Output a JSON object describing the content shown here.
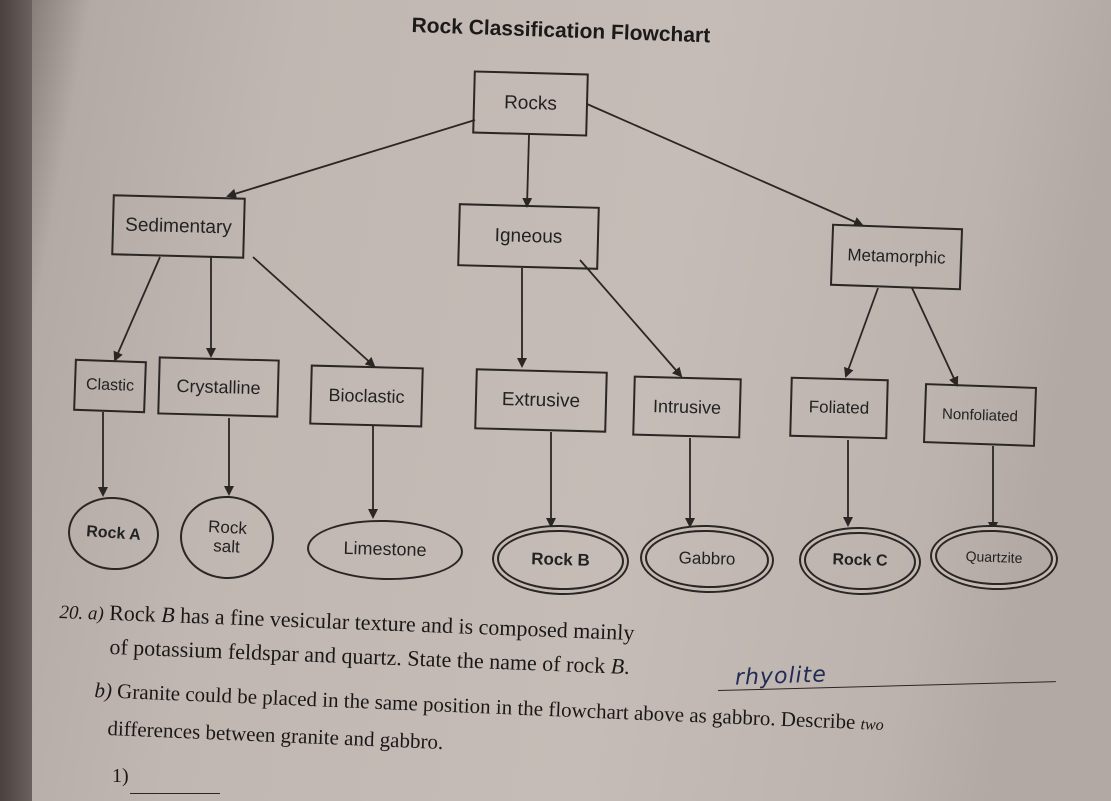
{
  "title": "Rock Classification Flowchart",
  "nodes": {
    "rocks": "Rocks",
    "sedimentary": "Sedimentary",
    "igneous": "Igneous",
    "metamorphic": "Metamorphic",
    "clastic": "Clastic",
    "crystalline": "Crystalline",
    "bioclastic": "Bioclastic",
    "extrusive": "Extrusive",
    "intrusive": "Intrusive",
    "foliated": "Foliated",
    "nonfoliated": "Nonfoliated"
  },
  "results": {
    "rock_a": "Rock A",
    "rock_salt_line1": "Rock",
    "rock_salt_line2": "salt",
    "limestone": "Limestone",
    "rock_b": "Rock B",
    "gabbro": "Gabbro",
    "rock_c": "Rock C",
    "quartzite": "Quartzite"
  },
  "questions": {
    "q20a_number": "20. a)",
    "q20a_line1_start": "Rock ",
    "q20a_line1_italic": "B",
    "q20a_line1_end": " has a fine vesicular texture and is composed mainly",
    "q20a_line2_start": "of potassium feldspar and quartz. State the name of rock ",
    "q20a_line2_italic": "B",
    "q20a_line2_end": ".",
    "q20a_answer": "rhyolite",
    "q20b_number": "b)",
    "q20b_line1_start": "Granite could be placed in the same position in the flowchart above as gabbro. Describe ",
    "q20b_line1_small": "two",
    "q20b_line2": "differences between granite and gabbro.",
    "q20b_item1": "1)"
  }
}
